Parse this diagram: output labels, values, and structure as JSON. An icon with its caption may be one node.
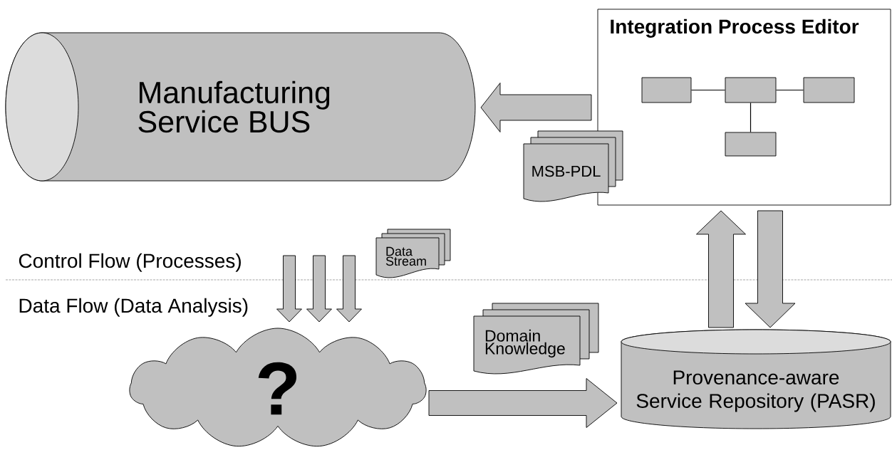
{
  "diagram": {
    "nodes": [
      {
        "text": [
          "Manufacturing Service BUS"
        ]
      },
      {
        "text": [
          "Integration Process Editor"
        ]
      },
      {
        "text": [],
        "shape": "box",
        "in": 1
      },
      {
        "text": [],
        "shape": "box",
        "in": 1
      },
      {
        "text": [],
        "shape": "box",
        "in": 1
      },
      {
        "text": [],
        "shape": "box",
        "in": 1
      },
      {
        "text": [
          "MSB-PDL"
        ]
      },
      {
        "text": [
          "Data Stream"
        ]
      },
      {
        "text": [
          "?"
        ]
      },
      {
        "text": [
          "Domain Knowledge"
        ]
      },
      {
        "text": [
          "Provenance-aware Service Repository (PASR)"
        ]
      }
    ],
    "edges": [
      {
        "from": 1,
        "to": 0,
        "arrow": "to"
      },
      {
        "from": 2,
        "to": 3,
        "arrow": "none"
      },
      {
        "from": 3,
        "to": 4,
        "arrow": "none"
      },
      {
        "from": 3,
        "to": 5,
        "arrow": "none"
      },
      {
        "from": null,
        "to": 8,
        "arrow": "to"
      },
      {
        "from": null,
        "to": 8,
        "arrow": "to"
      },
      {
        "from": null,
        "to": 8,
        "arrow": "to"
      },
      {
        "from": 10,
        "to": 1,
        "arrow": "to"
      },
      {
        "from": 1,
        "to": 10,
        "arrow": "to"
      },
      {
        "from": 8,
        "to": 10,
        "arrow": "to"
      }
    ],
    "labels": [
      "Control Flow (Processes)",
      "Data Flow (Data Analysis)"
    ]
  }
}
